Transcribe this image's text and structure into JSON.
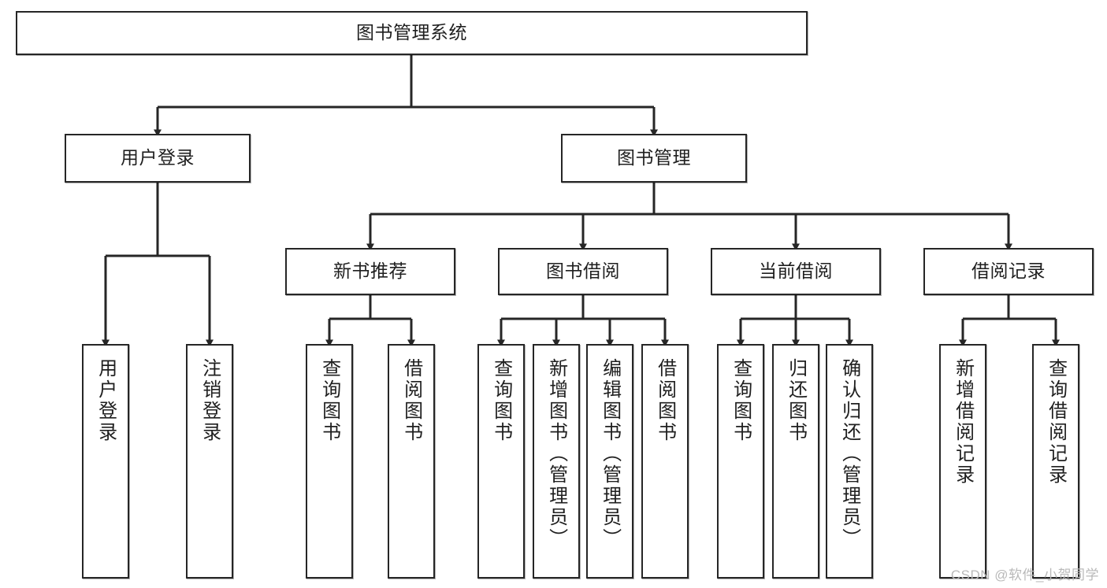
{
  "diagram": {
    "title": "图书管理系统",
    "type": "tree-hierarchy",
    "colors": {
      "stroke": "#262626",
      "box_fill": "#ffffff",
      "text": "#1f1f1f",
      "watermark": "#b9b9b9",
      "background": "#ffffff"
    },
    "nodes": {
      "root": {
        "label": "图书管理系统"
      },
      "level2": [
        {
          "label": "用户登录"
        },
        {
          "label": "图书管理"
        }
      ],
      "level3": [
        {
          "label": "新书推荐"
        },
        {
          "label": "图书借阅"
        },
        {
          "label": "当前借阅"
        },
        {
          "label": "借阅记录"
        }
      ],
      "leaves": {
        "user_login": [
          {
            "label": "用户登录"
          },
          {
            "label": "注销登录"
          }
        ],
        "new_book_recommend": [
          {
            "label": "查询图书"
          },
          {
            "label": "借阅图书"
          }
        ],
        "book_borrow": [
          {
            "label": "查询图书"
          },
          {
            "label": "新增图书（管理员）"
          },
          {
            "label": "编辑图书（管理员）"
          },
          {
            "label": "借阅图书"
          }
        ],
        "current_borrow": [
          {
            "label": "查询图书"
          },
          {
            "label": "归还图书"
          },
          {
            "label": "确认归还（管理员）"
          }
        ],
        "borrow_record": [
          {
            "label": "新增借阅记录"
          },
          {
            "label": "查询借阅记录"
          }
        ]
      }
    },
    "watermark": "CSDN @软件_小贺同学"
  }
}
